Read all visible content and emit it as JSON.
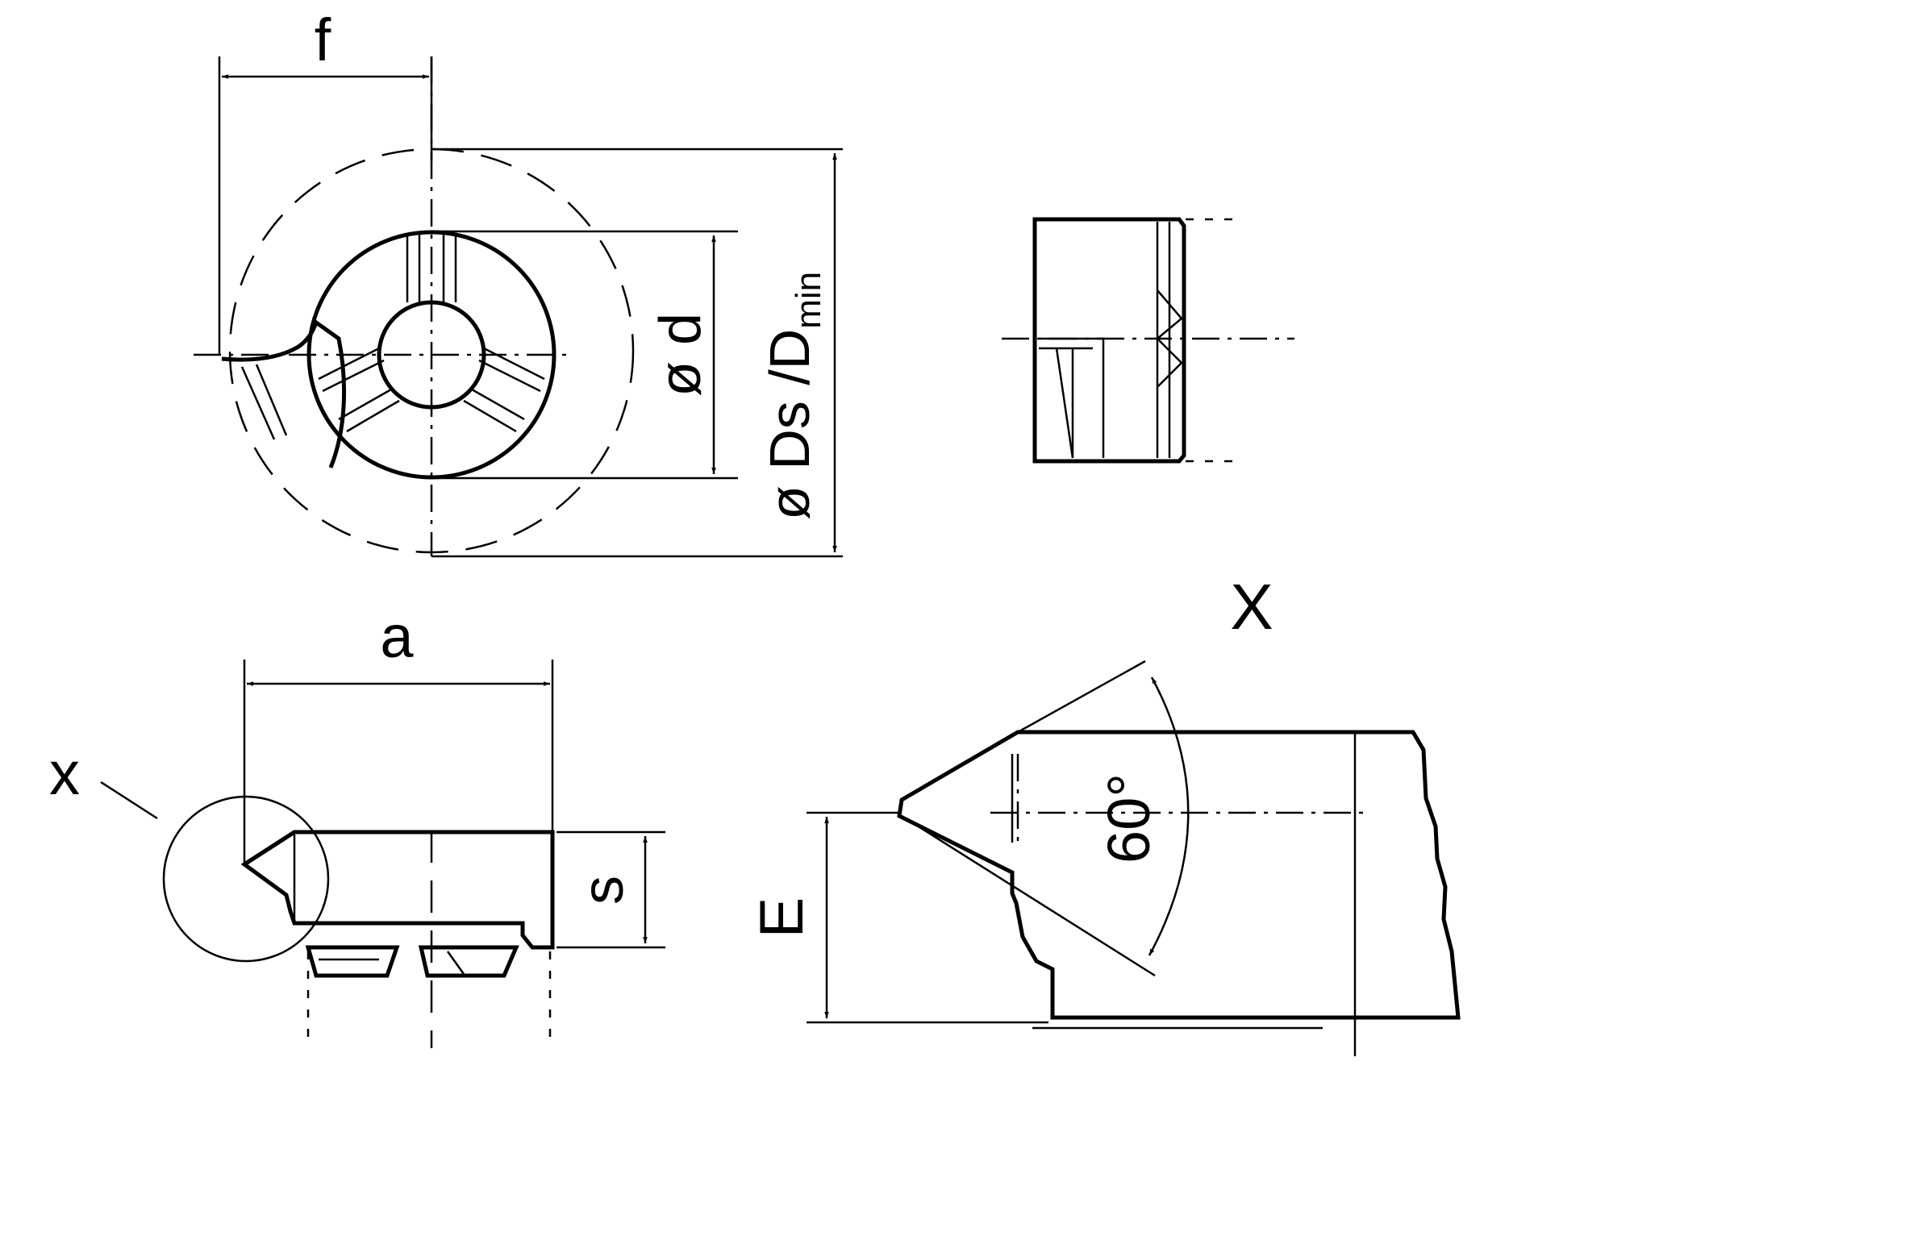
{
  "colors": {
    "insert": "#ffff00",
    "line": "#000000",
    "background": "#ffffff"
  },
  "labels": {
    "f": "f",
    "d": "ø d",
    "ds_main": "ø Ds /D",
    "ds_sub": "min",
    "a": "a",
    "s": "s",
    "x_small": "x",
    "x_big": "X",
    "e": "E",
    "angle": "60°"
  }
}
